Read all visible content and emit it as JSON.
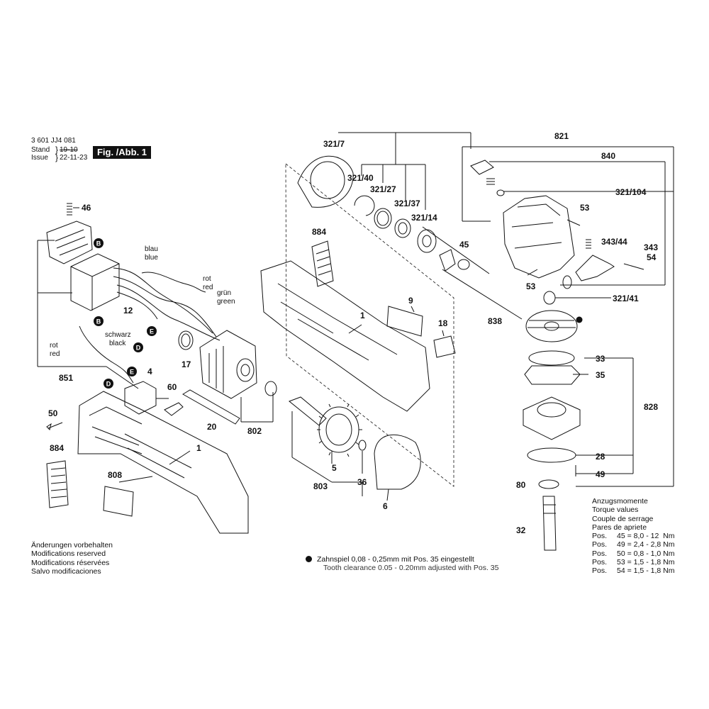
{
  "header": {
    "doc_number": "3 601 JJ4 081",
    "stand_label": "Stand",
    "issue_label": "Issue",
    "stand_value": "19-10",
    "issue_value": "22-11-23",
    "figure_label": "Fig. /Abb. 1"
  },
  "modifications_note": [
    "Änderungen vorbehalten",
    "Modifications reserved",
    "Modifications réservées",
    "Salvo modificaciones"
  ],
  "torque": {
    "titles": [
      "Anzugsmomente",
      "Torque values",
      "Couple de serrage",
      "Pares de apriete"
    ],
    "rows": [
      {
        "prefix": "Pos.",
        "pos": "45",
        "value": "= 8,0 - 12  Nm"
      },
      {
        "prefix": "Pos.",
        "pos": "49",
        "value": "= 2,4 - 2,8 Nm"
      },
      {
        "prefix": "Pos.",
        "pos": "50",
        "value": "= 0,8 - 1,0 Nm"
      },
      {
        "prefix": "Pos.",
        "pos": "53",
        "value": "= 1,5 - 1,8 Nm"
      },
      {
        "prefix": "Pos.",
        "pos": "54",
        "value": "= 1,5 - 1,8 Nm"
      }
    ]
  },
  "tooth_clearance": {
    "de": "Zahnspiel 0,08 - 0,25mm mit Pos. 35 eingestellt",
    "en": "Tooth clearance 0.05 - 0.20mm adjusted with Pos. 35"
  },
  "wire_labels": {
    "blau": "blau",
    "blue": "blue",
    "rot1": "rot",
    "red1": "red",
    "gruen": "grün",
    "green": "green",
    "schwarz": "schwarz",
    "black": "black",
    "rot2": "rot",
    "red2": "red"
  },
  "connectors": {
    "b": "B",
    "d": "D",
    "e": "E"
  },
  "part_labels": {
    "p46": "46",
    "p851": "851",
    "p12": "12",
    "p17": "17",
    "p4": "4",
    "p60": "60",
    "p20": "20",
    "p802": "802",
    "p50": "50",
    "p884a": "884",
    "p808": "808",
    "p1a": "1",
    "p321_7": "321/7",
    "p321_40": "321/40",
    "p321_27": "321/27",
    "p321_37": "321/37",
    "p321_14": "321/14",
    "p884b": "884",
    "p1b": "1",
    "p9": "9",
    "p18": "18",
    "p45": "45",
    "p5": "5",
    "p36": "36",
    "p6": "6",
    "p803": "803",
    "p838": "838",
    "p821": "821",
    "p840": "840",
    "p321_104": "321/104",
    "p53a": "53",
    "p53b": "53",
    "p343_44": "343/44",
    "p343": "343",
    "p54": "54",
    "p321_41": "321/41",
    "p33": "33",
    "p35": "35",
    "p828": "828",
    "p28": "28",
    "p49": "49",
    "p80": "80",
    "p32": "32"
  }
}
